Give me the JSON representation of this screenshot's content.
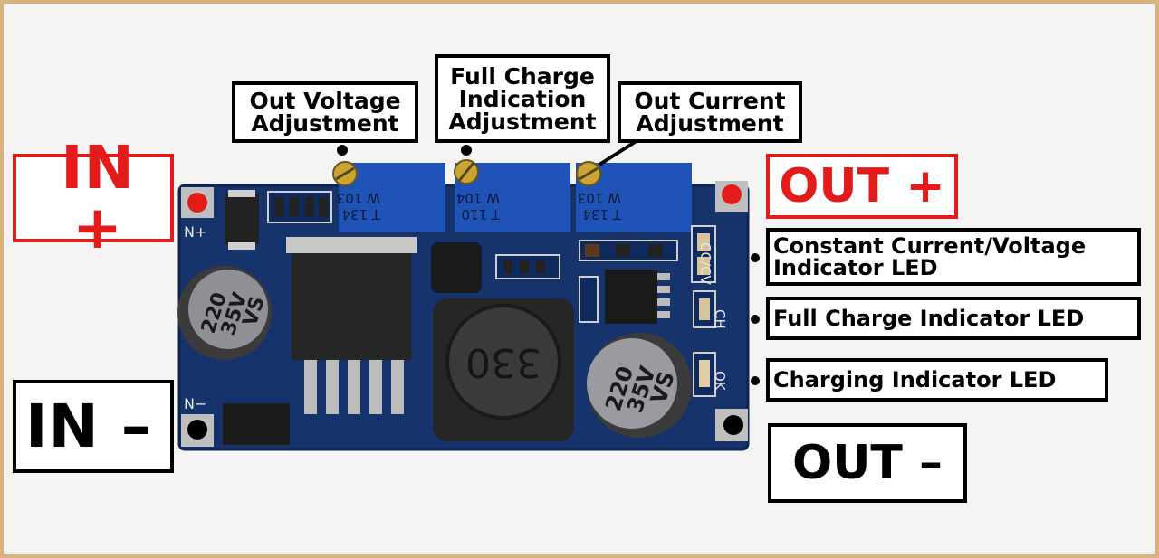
{
  "colors": {
    "frame": "#d9b27c",
    "pcb": "#17336b",
    "positive": "#e31b1b",
    "negative": "#000000"
  },
  "terminals": {
    "in_plus": "IN +",
    "in_minus": "IN –",
    "out_plus": "OUT +",
    "out_minus": "OUT –"
  },
  "labels": {
    "out_voltage_adj": "Out Voltage\nAdjustment",
    "full_charge_ind_adj": "Full Charge\nIndication\nAdjustment",
    "out_current_adj": "Out Current\nAdjustment",
    "cc_cv_led": "Constant Current/Voltage\nIndicator LED",
    "full_charge_led": "Full Charge Indicator LED",
    "charging_led": "Charging Indicator LED"
  },
  "board": {
    "pad_n_plus": "N+",
    "pad_n_minus": "N−",
    "pot1_code": "W 103",
    "pot1_sub": "T 134",
    "pot2_code": "W 104",
    "pot2_sub": "T 110",
    "pot3_code": "W 103",
    "pot3_sub": "T 134",
    "cap_value": "220",
    "cap_voltage": "35V",
    "cap_series": "VS",
    "inductor_code": "330",
    "led_cc_cv": "CC/CV",
    "led_ch": "CH",
    "led_ok": "OK"
  }
}
